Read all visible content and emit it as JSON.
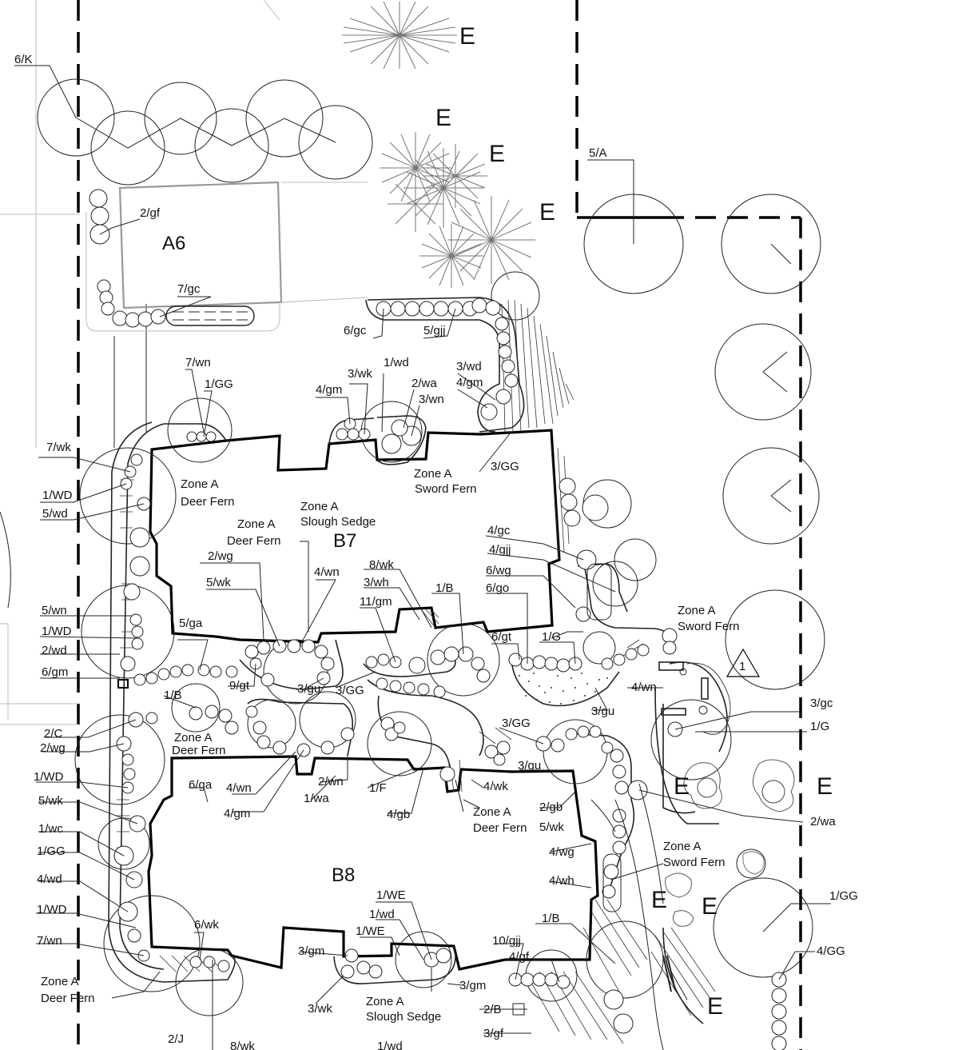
{
  "plan": {
    "buildings": {
      "b7": "B7",
      "b8": "B8",
      "a6": "A6"
    },
    "evergreen_marker": "E",
    "revision_marker": "1",
    "plant_labels": [
      "6/K",
      "5/A",
      "2/gf",
      "7/gc",
      "6/gc",
      "5/gjj",
      "7/wn",
      "1/GG",
      "4/gm",
      "3/wk",
      "1/wd",
      "2/wa",
      "3/wn",
      "3/wd",
      "4/gm",
      "3/GG",
      "7/wk",
      "1/WD",
      "5/wd",
      "2/wg",
      "5/wk",
      "4/wn",
      "8/wk",
      "3/wh",
      "1/B",
      "11/gm",
      "4/gc",
      "4/gjj",
      "6/wg",
      "6/go",
      "6/gt",
      "1/G",
      "5/wn",
      "1/WD",
      "2/wd",
      "6/gm",
      "5/ga",
      "9/gt",
      "3/gu",
      "3/GG",
      "4/wn",
      "1/B",
      "3/gu",
      "3/gc",
      "1/G",
      "2/C",
      "2/wg",
      "3/GG",
      "3/gu",
      "1/WD",
      "6/ga",
      "4/wn",
      "2/wn",
      "1/F",
      "4/wk",
      "2/gb",
      "5/wk",
      "4/gm",
      "1/wa",
      "4/gb",
      "2/wa",
      "5/wk",
      "1/wc",
      "1/GG",
      "4/wd",
      "4/wg",
      "4/wh",
      "1/WD",
      "7/wn",
      "6/wk",
      "1/WE",
      "1/wd",
      "1/WE",
      "3/gm",
      "1/B",
      "10/gjj",
      "4/gf",
      "3/gm",
      "1/GG",
      "4/GG",
      "3/wk",
      "2/B",
      "3/gf",
      "2/J",
      "8/wk",
      "1/wd"
    ],
    "zones": {
      "z1": [
        "Zone A",
        "Deer Fern"
      ],
      "z2": [
        "Zone A",
        "Deer Fern"
      ],
      "z3": [
        "Zone A",
        "Slough Sedge"
      ],
      "z4": [
        "Zone A",
        "Sword Fern"
      ],
      "z5": [
        "Zone A",
        "Sword Fern"
      ],
      "z6": [
        "Zone A",
        "Deer Fern"
      ],
      "z7": [
        "Zone A",
        "Deer Fern"
      ],
      "z8": [
        "Zone A",
        "Sword Fern"
      ],
      "z9": [
        "Zone A",
        "Deer Fern"
      ],
      "z10": [
        "Zone A",
        "Slough Sedge"
      ]
    }
  }
}
